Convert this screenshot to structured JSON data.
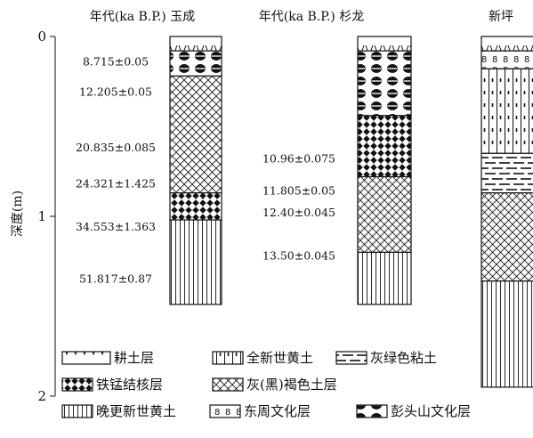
{
  "axis": {
    "label": "深度(m)",
    "ticks": [
      "0",
      "1",
      "2"
    ],
    "tick_depths_m": [
      0,
      1,
      2
    ]
  },
  "columns": [
    {
      "id": "yucheng",
      "header": "年代(ka B.P.) 玉成",
      "ages": [
        "8.715±0.05",
        "12.205±0.05",
        "20.835±0.085",
        "24.321±1.425",
        "34.553±1.363",
        "51.817±0.87"
      ],
      "age_depths_m": [
        0.14,
        0.31,
        0.62,
        0.82,
        1.06,
        1.35
      ],
      "layers": [
        {
          "type": "tillage",
          "top_m": 0.0,
          "bottom_m": 0.08
        },
        {
          "type": "pengtoushan",
          "top_m": 0.08,
          "bottom_m": 0.22
        },
        {
          "type": "grey_brown",
          "top_m": 0.22,
          "bottom_m": 0.87
        },
        {
          "type": "fe_mn",
          "top_m": 0.87,
          "bottom_m": 1.02
        },
        {
          "type": "late_pleistocene",
          "top_m": 1.02,
          "bottom_m": 1.49
        }
      ]
    },
    {
      "id": "shanlong",
      "header": "年代(ka B.P.)    杉龙",
      "ages": [
        "10.96±0.075",
        "11.805±0.05",
        "12.40±0.045",
        "13.50±0.045"
      ],
      "age_depths_m": [
        0.68,
        0.86,
        0.98,
        1.22
      ],
      "layers": [
        {
          "type": "tillage",
          "top_m": 0.0,
          "bottom_m": 0.08
        },
        {
          "type": "pengtoushan",
          "top_m": 0.08,
          "bottom_m": 0.44
        },
        {
          "type": "fe_mn",
          "top_m": 0.44,
          "bottom_m": 0.78
        },
        {
          "type": "grey_brown",
          "top_m": 0.78,
          "bottom_m": 1.2
        },
        {
          "type": "late_pleistocene",
          "top_m": 1.2,
          "bottom_m": 1.49
        }
      ]
    },
    {
      "id": "xinping",
      "header": "新坪",
      "ages": [],
      "age_depths_m": [],
      "layers": [
        {
          "type": "tillage",
          "top_m": 0.0,
          "bottom_m": 0.08
        },
        {
          "type": "eastern_zhou",
          "top_m": 0.08,
          "bottom_m": 0.18
        },
        {
          "type": "holocene",
          "top_m": 0.18,
          "bottom_m": 0.65
        },
        {
          "type": "grey_green_clay",
          "top_m": 0.65,
          "bottom_m": 0.87
        },
        {
          "type": "grey_brown",
          "top_m": 0.87,
          "bottom_m": 1.36
        },
        {
          "type": "late_pleistocene",
          "top_m": 1.36,
          "bottom_m": 1.95
        }
      ]
    }
  ],
  "legend": [
    {
      "type": "tillage",
      "label": "耕土层"
    },
    {
      "type": "holocene",
      "label": "全新世黄土"
    },
    {
      "type": "grey_green_clay",
      "label": "灰绿色粘土"
    },
    {
      "type": "fe_mn",
      "label": "铁锰结核层"
    },
    {
      "type": "grey_brown",
      "label": "灰(黑)褐色土层"
    },
    {
      "type": "late_pleistocene",
      "label": "晚更新世黄土"
    },
    {
      "type": "eastern_zhou",
      "label": "东周文化层"
    },
    {
      "type": "pengtoushan",
      "label": "彭头山文化层"
    }
  ]
}
